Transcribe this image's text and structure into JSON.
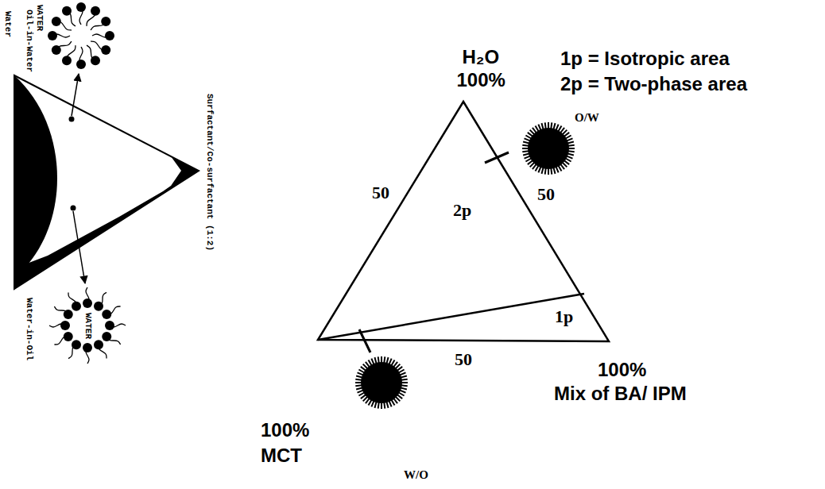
{
  "diagram": {
    "nodes": [
      {
        "text": [
          "WATER"
        ]
      },
      {
        "text": [
          "WATER"
        ]
      },
      {
        "text": [
          "O/W"
        ]
      },
      {
        "text": [
          "W/O"
        ]
      }
    ],
    "labels": [
      "Oil-in-Water",
      "Water",
      "Surfactant/Co-surfactant (1:2)",
      "Water-in-Oil",
      "H₂O",
      "100%",
      "50",
      "2p",
      "50",
      "1p",
      "50",
      "100%",
      "Mix of BA/ IPM",
      "100%",
      "MCT"
    ],
    "legend": [
      {
        "text": "1p = Isotropic area"
      },
      {
        "text": "2p = Two-phase area"
      }
    ]
  }
}
